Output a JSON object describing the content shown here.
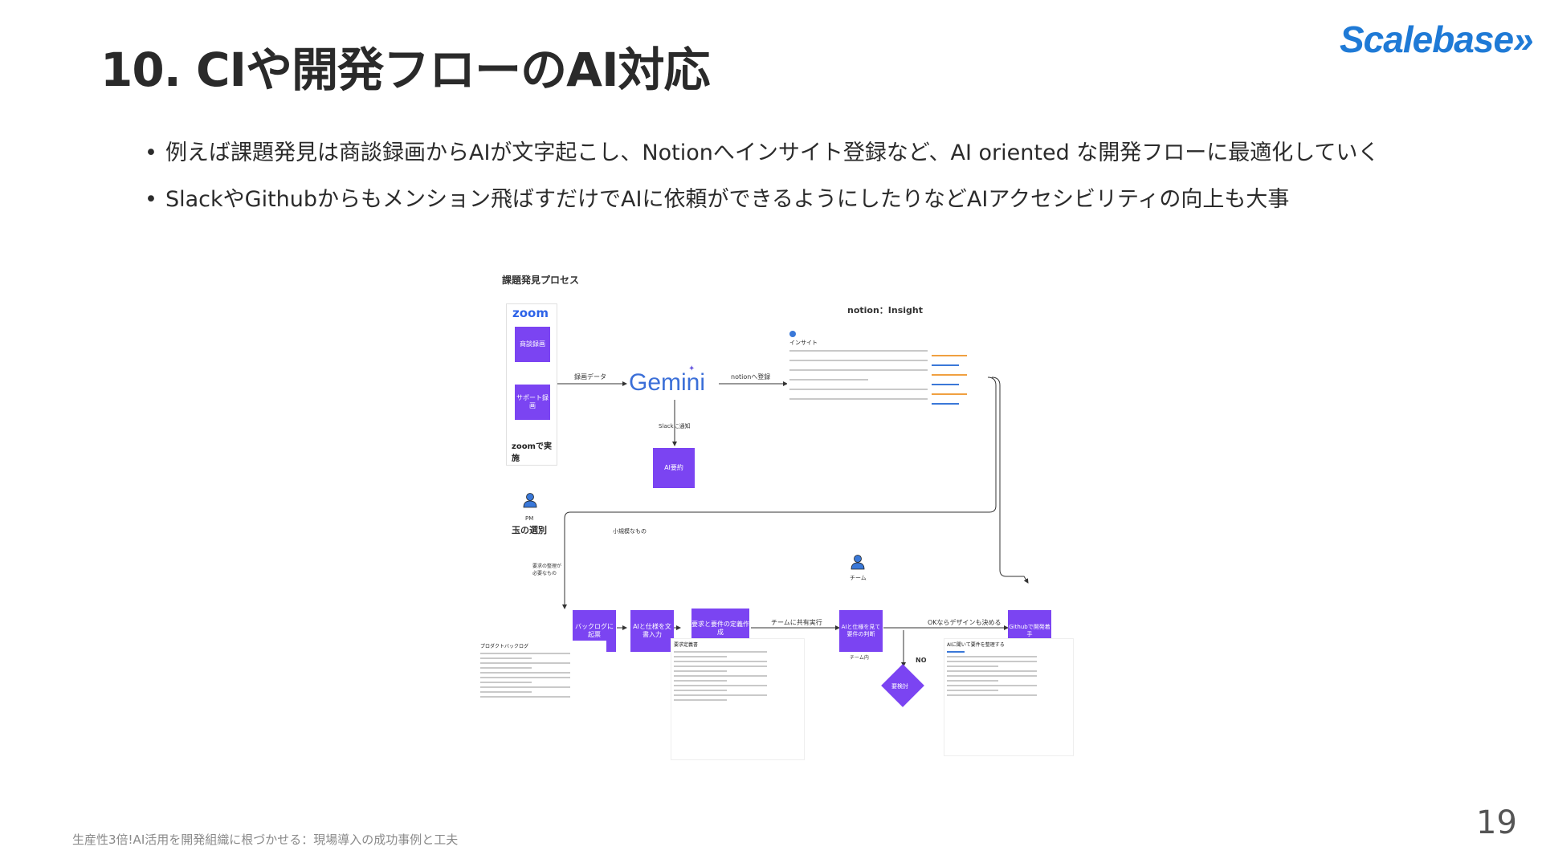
{
  "slide": {
    "title": "10. CIや開発フローのAI対応",
    "logo": "Scalebase»",
    "bullets": [
      "例えば課題発見は商談録画からAIが文字起こし、Notionへインサイト登録など、AI oriented な開発フローに最適化していく",
      "SlackやGithubからもメンション飛ばすだけでAIに依頼ができるようにしたりなどAIアクセシビリティの向上も大事"
    ],
    "footer": "生産性3倍!AI活用を開発組織に根づかせる：現場導入の成功事例と工夫",
    "page_number": "19"
  },
  "diagram": {
    "section_title": "課題発見プロセス",
    "zoom_logo": "zoom",
    "zoom_caption": "zoomで実施",
    "zoom_box_1": "商談録画",
    "zoom_box_2": "サポート録画",
    "gemini_logo": "Gemini",
    "arrow_recording": "録画データ",
    "arrow_to_notion": "notionへ登録",
    "arrow_slack": "Slackに通知",
    "ai_box": "AI要約",
    "notion_title": "notion：Insight",
    "notion_page_title": "インサイト",
    "pm_label": "PM",
    "pm_caption": "玉の選別",
    "small_items": "小規模なもの",
    "criteria_note": "要求の整理が必要なもの",
    "flow_box_1": "バックログに起票",
    "flow_box_2": "AIと仕様を文書入力",
    "flow_box_3": "要求と要件の定義作成",
    "arrow_to_team": "チームに共有実行",
    "team_label": "チーム",
    "team_box": "AIと仕様を見て要件の判断",
    "team_subcaption": "チーム内",
    "arrow_ok_design": "OKならデザインも決める",
    "final_box": "Githubで開発着手",
    "no_label": "NO",
    "diamond_label": "要検討",
    "backlog_thumb_title": "プロダクトバックログ",
    "spec_thumb_title": "要求定義書",
    "github_thumb_title": "AIに聞いて要件を整理する"
  },
  "colors": {
    "accent_purple": "#7b44f2",
    "logo_blue": "#1f7ad6",
    "gemini_blue": "#3b6fd8"
  }
}
